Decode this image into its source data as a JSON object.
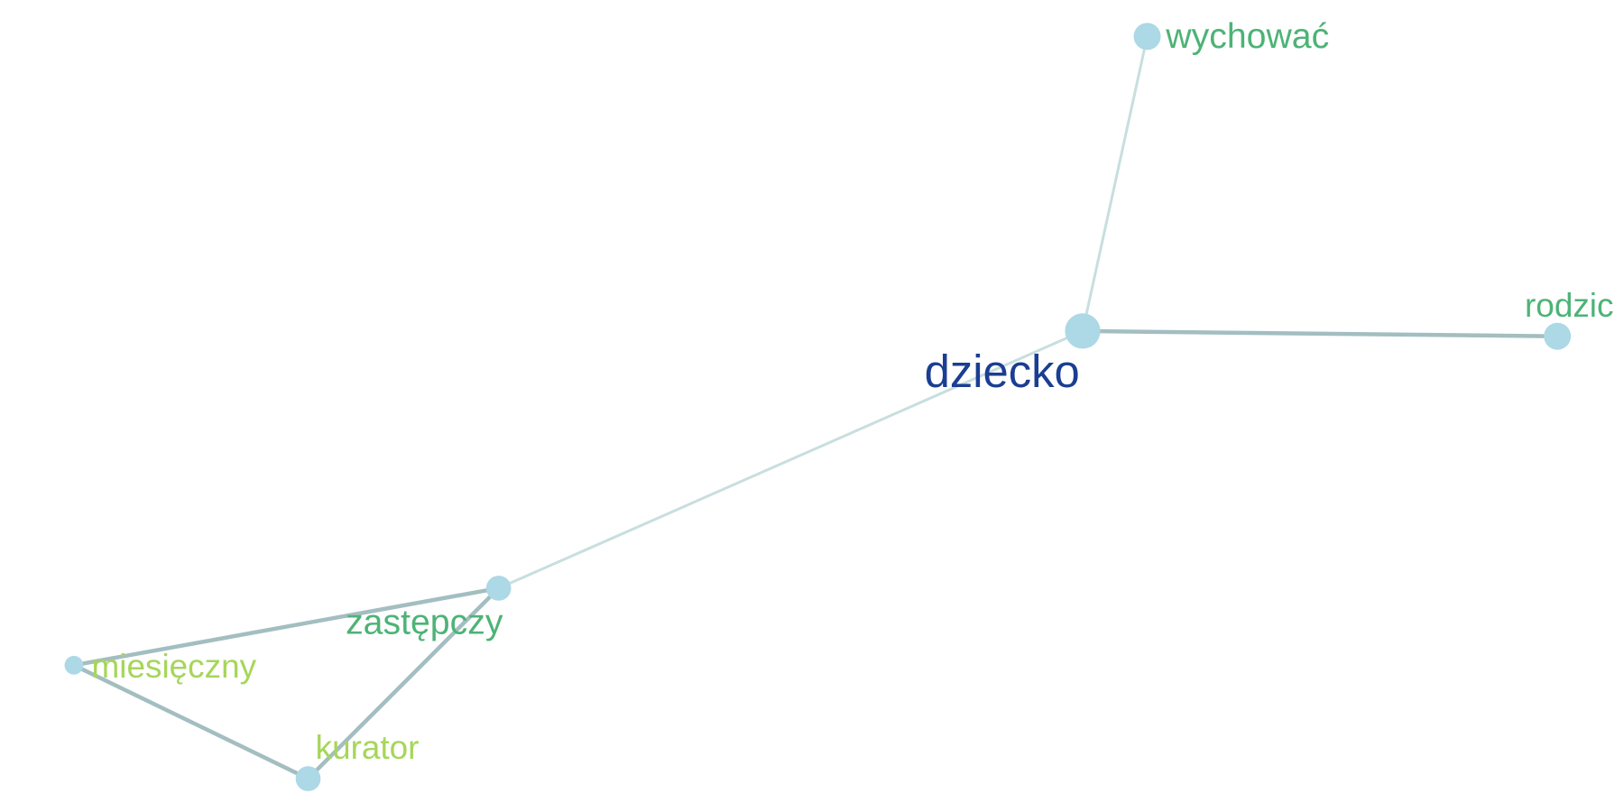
{
  "colors": {
    "node_fill": "#add8e6",
    "edge_light": "#c8dedf",
    "edge_dark": "#a3bec1",
    "label_dark_blue": "#1a3e92",
    "label_green": "#4db376",
    "label_lime": "#a6d65a"
  },
  "nodes": [
    {
      "id": "dziecko",
      "label": "dziecko",
      "label_color": "label_dark_blue",
      "weight": 3
    },
    {
      "id": "wychowac",
      "label": "wychować",
      "label_color": "label_green",
      "weight": 2
    },
    {
      "id": "rodzic",
      "label": "rodzic",
      "label_color": "label_green",
      "weight": 2
    },
    {
      "id": "zastepczy",
      "label": "zastępczy",
      "label_color": "label_green",
      "weight": 2
    },
    {
      "id": "miesieczny",
      "label": "miesięczny",
      "label_color": "label_lime",
      "weight": 1
    },
    {
      "id": "kurator",
      "label": "kurator",
      "label_color": "label_lime",
      "weight": 2
    }
  ],
  "edges": [
    {
      "source": "dziecko",
      "target": "wychowac",
      "strength": "weak"
    },
    {
      "source": "dziecko",
      "target": "rodzic",
      "strength": "strong"
    },
    {
      "source": "dziecko",
      "target": "zastepczy",
      "strength": "weak"
    },
    {
      "source": "zastepczy",
      "target": "miesieczny",
      "strength": "strong"
    },
    {
      "source": "zastepczy",
      "target": "kurator",
      "strength": "strong"
    },
    {
      "source": "miesieczny",
      "target": "kurator",
      "strength": "strong"
    }
  ]
}
